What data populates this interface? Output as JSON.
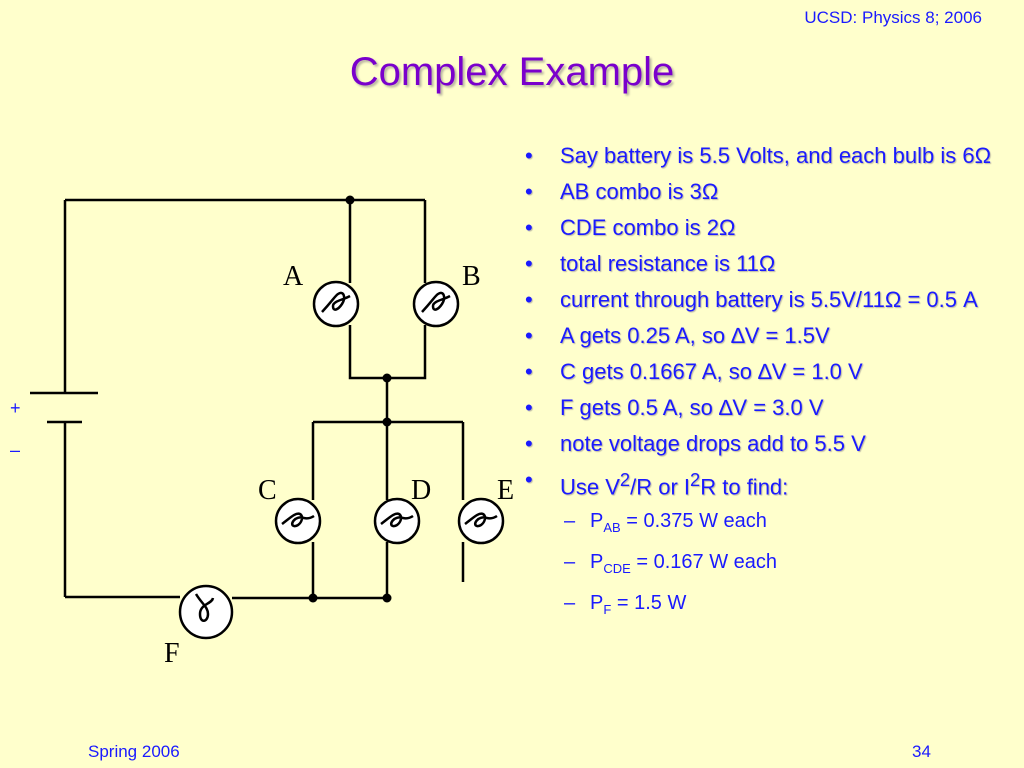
{
  "header": {
    "course": "UCSD: Physics 8; 2006"
  },
  "title": "Complex Example",
  "circuit": {
    "bulb_labels": {
      "a": "A",
      "b": "B",
      "c": "C",
      "d": "D",
      "e": "E",
      "f": "F"
    },
    "battery": {
      "plus": "+",
      "minus": "–"
    }
  },
  "bullets": [
    {
      "text": "Say battery is 5.5 Volts, and each bulb is 6Ω"
    },
    {
      "text": "AB combo is 3Ω"
    },
    {
      "text": "CDE combo is 2Ω"
    },
    {
      "text": "total resistance is 11Ω"
    },
    {
      "text": "current through battery is 5.5V/11Ω = 0.5 A"
    },
    {
      "text": "A gets 0.25 A, so ∆V = 1.5V"
    },
    {
      "text": "C gets 0.1667 A, so ∆V = 1.0 V"
    },
    {
      "text": "F gets 0.5 A, so ∆V = 3.0 V"
    },
    {
      "text": "note voltage drops add to 5.5 V"
    }
  ],
  "last_bullet": {
    "pre": "Use V",
    "sup1": "2",
    "mid": "/R or I",
    "sup2": "2",
    "post": "R to find:"
  },
  "sub_items": [
    {
      "p": "P",
      "sub": "AB",
      "text": " = 0.375 W each"
    },
    {
      "p": "P",
      "sub": "CDE",
      "text": " = 0.167 W each"
    },
    {
      "p": "P",
      "sub": "F",
      "text": " = 1.5 W"
    }
  ],
  "footer": {
    "left": "Spring 2006",
    "page": "34"
  }
}
